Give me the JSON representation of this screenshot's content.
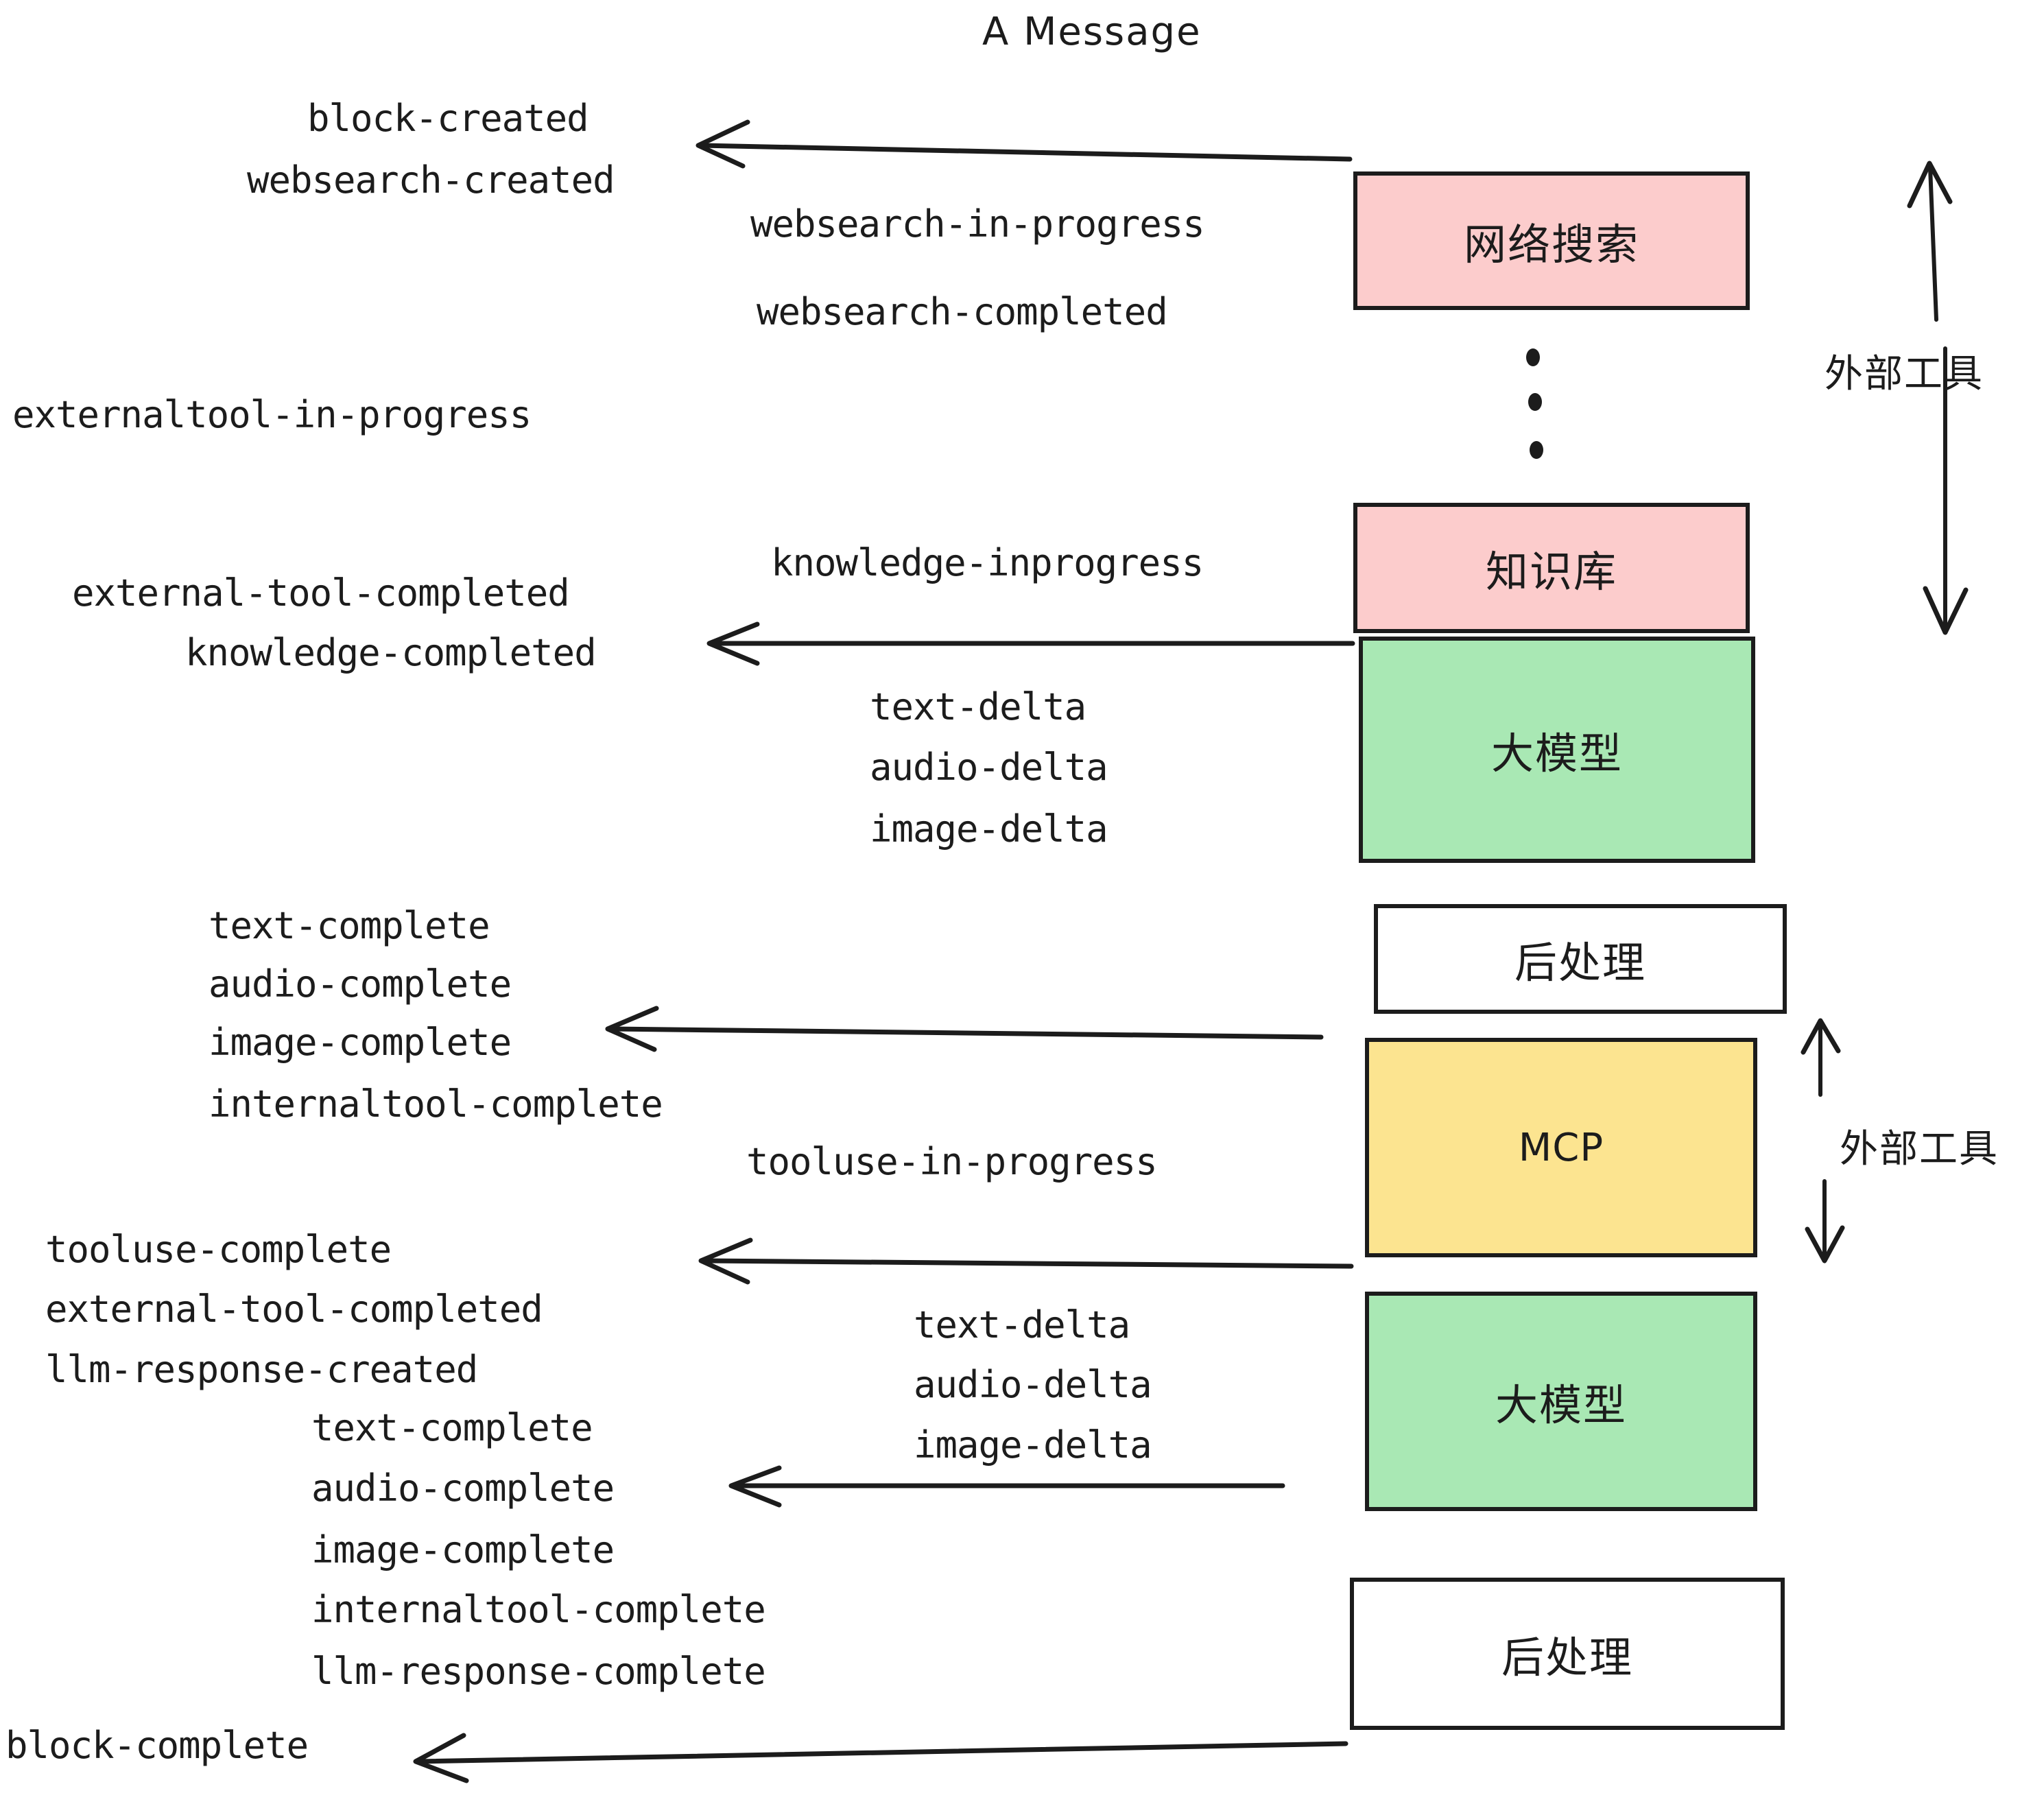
{
  "title": "A Message",
  "boxes": [
    {
      "id": "websearch",
      "label": "网络搜索",
      "color": "#fccccc"
    },
    {
      "id": "knowledge",
      "label": "知识库",
      "color": "#fccccc"
    },
    {
      "id": "llm-top",
      "label": "大模型",
      "color": "#a9e8b4"
    },
    {
      "id": "postprocess-top",
      "label": "后处理",
      "color": "#ffffff"
    },
    {
      "id": "mcp",
      "label": "MCP",
      "color": "#fce490"
    },
    {
      "id": "llm-bottom",
      "label": "大模型",
      "color": "#a9e8b4"
    },
    {
      "id": "postprocess-bottom",
      "label": "后处理",
      "color": "#ffffff"
    }
  ],
  "side_labels": {
    "external_tools_top": "外部工具",
    "external_tools_bottom": "外部工具"
  },
  "events": {
    "block_created": "block-created",
    "websearch_created": "websearch-created",
    "websearch_in_progress": "websearch-in-progress",
    "websearch_completed": "websearch-completed",
    "externaltool_in_progress": "externaltool-in-progress",
    "knowledge_inprogress": "knowledge-inprogress",
    "external_tool_completed_1": "external-tool-completed",
    "knowledge_completed": "knowledge-completed",
    "text_delta_1": "text-delta",
    "audio_delta_1": "audio-delta",
    "image_delta_1": "image-delta",
    "text_complete_1": "text-complete",
    "audio_complete_1": "audio-complete",
    "image_complete_1": "image-complete",
    "internaltool_complete_1": "internaltool-complete",
    "tooluse_in_progress": "tooluse-in-progress",
    "tooluse_complete": "tooluse-complete",
    "external_tool_completed_2": "external-tool-completed",
    "llm_response_created": "llm-response-created",
    "text_delta_2": "text-delta",
    "audio_delta_2": "audio-delta",
    "image_delta_2": "image-delta",
    "text_complete_2": "text-complete",
    "audio_complete_2": "audio-complete",
    "image_complete_2": "image-complete",
    "internaltool_complete_2": "internaltool-complete",
    "llm_response_complete": "llm-response-complete",
    "block_complete": "block-complete"
  },
  "colors": {
    "stroke": "#1c1c1c",
    "pink": "#fccccc",
    "green": "#a9e8b4",
    "yellow": "#fce490",
    "white": "#ffffff",
    "background": "#ffffff"
  }
}
